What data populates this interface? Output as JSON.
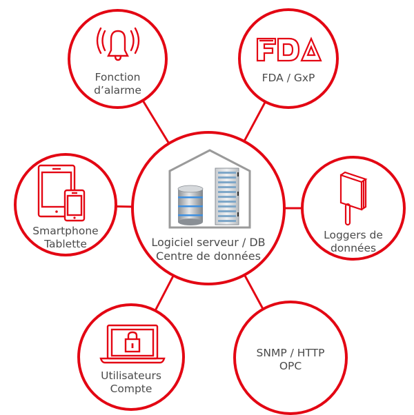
{
  "colors": {
    "accent": "#e30613",
    "text": "#4a4a4a",
    "icon_gray": "#9a9a9a"
  },
  "center": {
    "line1": "Logiciel serveur / DB",
    "line2": "Centre de données",
    "icon": "server-room-icon"
  },
  "nodes": {
    "alarm": {
      "line1": "Fonction",
      "line2": "d’alarme",
      "icon": "bell-ringing-icon"
    },
    "fda": {
      "logo": "FDA",
      "line1": "FDA / GxP",
      "icon": "fda-logo-icon"
    },
    "mobile": {
      "line1": "Smartphone",
      "line2": "Tablette",
      "icon": "tablet-smartphone-icon"
    },
    "loggers": {
      "line1": "Loggers de",
      "line2": "données",
      "icon": "data-logger-icon"
    },
    "users": {
      "line1": "Utilisateurs",
      "line2": "Compte",
      "icon": "laptop-lock-icon"
    },
    "snmp": {
      "line1": "SNMP / HTTP",
      "line2": "OPC"
    }
  }
}
